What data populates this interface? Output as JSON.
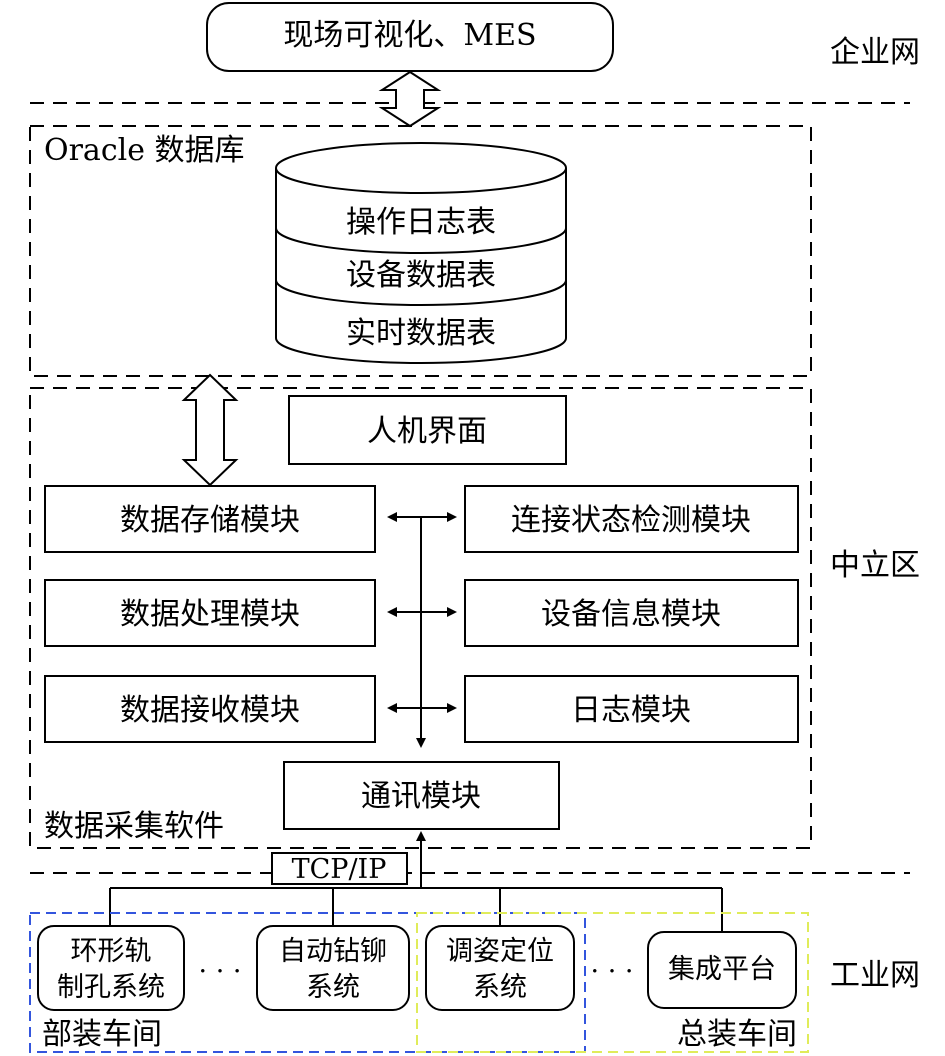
{
  "top_box": {
    "label": "现场可视化、MES"
  },
  "zones": {
    "enterprise": "企业网",
    "neutral": "中立区",
    "industrial": "工业网"
  },
  "database": {
    "title": "Oracle 数据库",
    "tables": [
      "操作日志表",
      "设备数据表",
      "实时数据表"
    ]
  },
  "software": {
    "title": "数据采集软件",
    "ui": "人机界面",
    "left_modules": [
      "数据存储模块",
      "数据处理模块",
      "数据接收模块"
    ],
    "right_modules": [
      "连接状态检测模块",
      "设备信息模块",
      "日志模块"
    ],
    "comm": "通讯模块"
  },
  "protocol": "TCP/IP",
  "devices": [
    {
      "lines": [
        "环形轨",
        "制孔系统"
      ]
    },
    {
      "lines": [
        "自动钻铆",
        "系统"
      ]
    },
    {
      "lines": [
        "调姿定位",
        "系统"
      ]
    },
    {
      "lines": [
        "集成平台"
      ]
    }
  ],
  "ellipsis": "· · ·",
  "workshops": {
    "part_assembly": "部装车间",
    "final_assembly": "总装车间"
  },
  "colors": {
    "part_assembly_border": "#3355dd",
    "final_assembly_border": "#e0ec5a"
  }
}
